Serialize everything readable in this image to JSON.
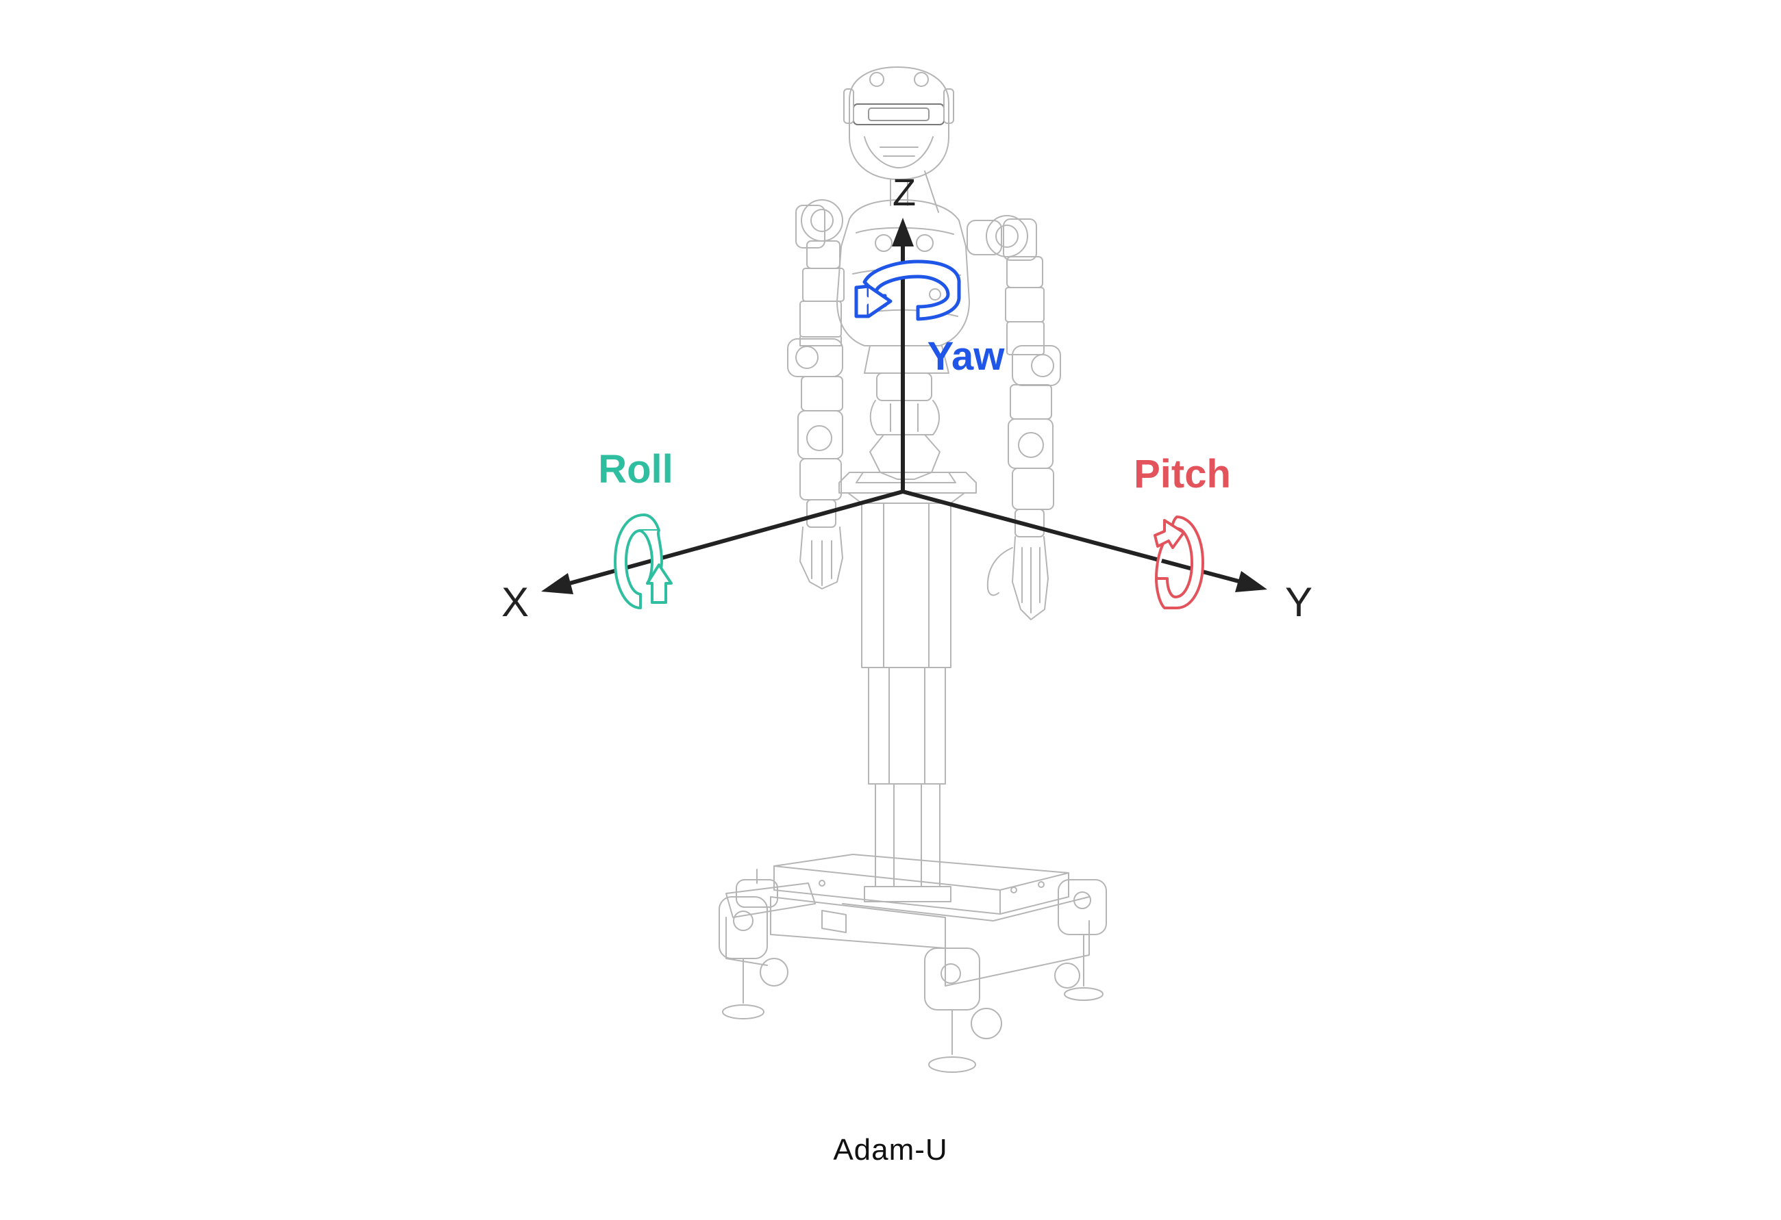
{
  "axes": {
    "x_label": "X",
    "y_label": "Y",
    "z_label": "Z",
    "axis_color": "#222222"
  },
  "rotations": {
    "roll": {
      "label": "Roll",
      "color": "#2fbfa0"
    },
    "pitch": {
      "label": "Pitch",
      "color": "#e3535b"
    },
    "yaw": {
      "label": "Yaw",
      "color": "#1f56e8"
    }
  },
  "caption": "Adam-U",
  "subject": {
    "name": "robot-line-drawing",
    "line_color": "#b5b5b5"
  }
}
